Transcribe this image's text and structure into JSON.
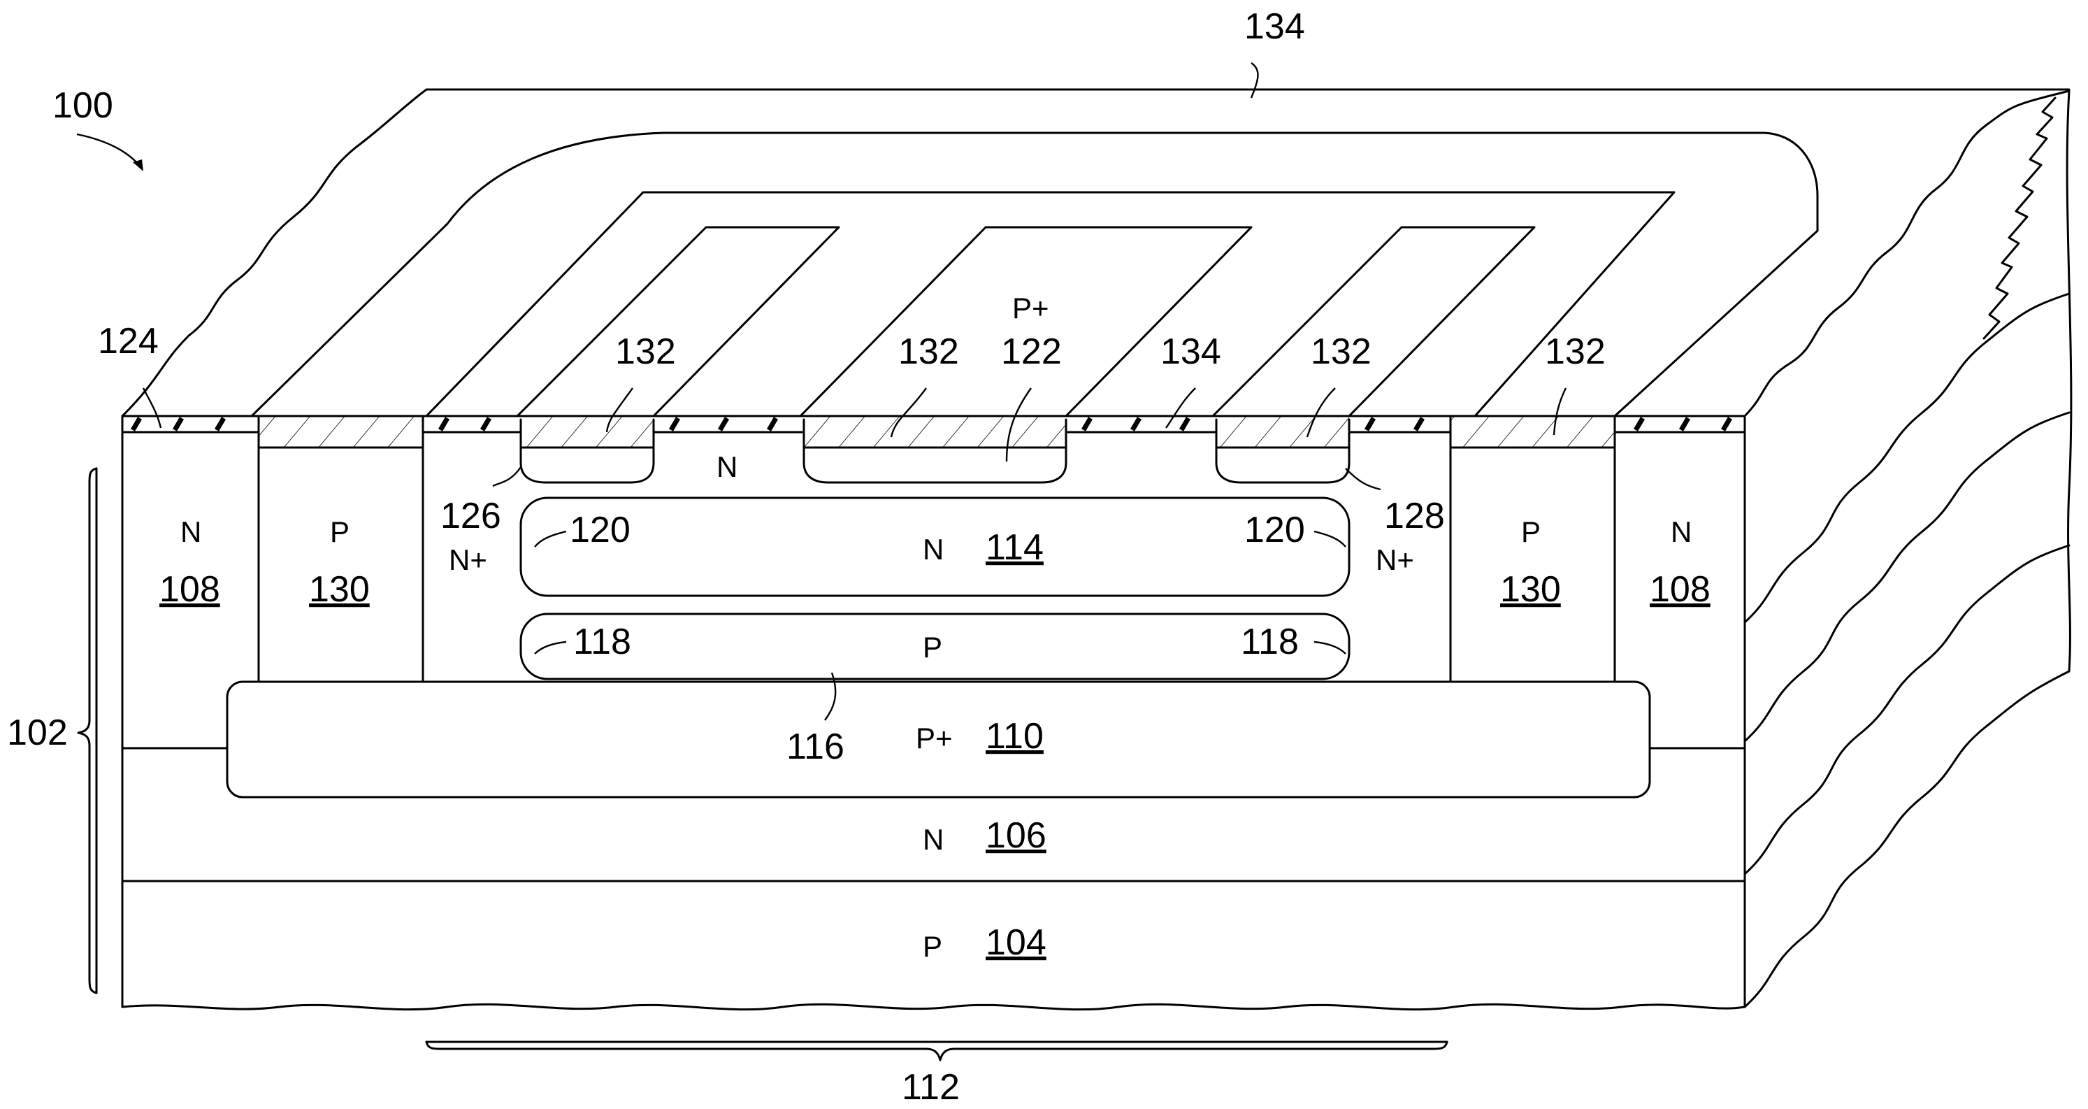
{
  "figure": {
    "figure_number": "100",
    "top_surface_ref": "134",
    "substrate_ref": "102",
    "region_ref": "112",
    "oxide_ref": "124",
    "layers": [
      {
        "id": "p104",
        "doping": "P",
        "ref": "104"
      },
      {
        "id": "n106",
        "doping": "N",
        "ref": "106"
      },
      {
        "id": "pplus110",
        "doping": "P+",
        "ref": "110"
      },
      {
        "id": "n108_left",
        "doping": "N",
        "ref": "108"
      },
      {
        "id": "n108_right",
        "doping": "N",
        "ref": "108"
      },
      {
        "id": "p130_left",
        "doping": "P",
        "ref": "130"
      },
      {
        "id": "p130_right",
        "doping": "P",
        "ref": "130"
      },
      {
        "id": "n114",
        "doping": "N",
        "ref": "114"
      },
      {
        "id": "p_layer",
        "doping": "P"
      },
      {
        "id": "n_well",
        "doping": "N"
      }
    ],
    "labels": {
      "l116": "116",
      "l118_left": "118",
      "l118_right": "118",
      "l120_left": "120",
      "l120_right": "120",
      "l126": "126",
      "l126_doping": "N+",
      "l128": "128",
      "l128_doping": "N+",
      "l122": "122",
      "l122_doping": "P+",
      "l132_1": "132",
      "l132_2": "132",
      "l132_3": "132",
      "l132_4": "132",
      "l134_surface": "134"
    },
    "colors": {
      "line": "#000000",
      "background": "#ffffff"
    }
  }
}
